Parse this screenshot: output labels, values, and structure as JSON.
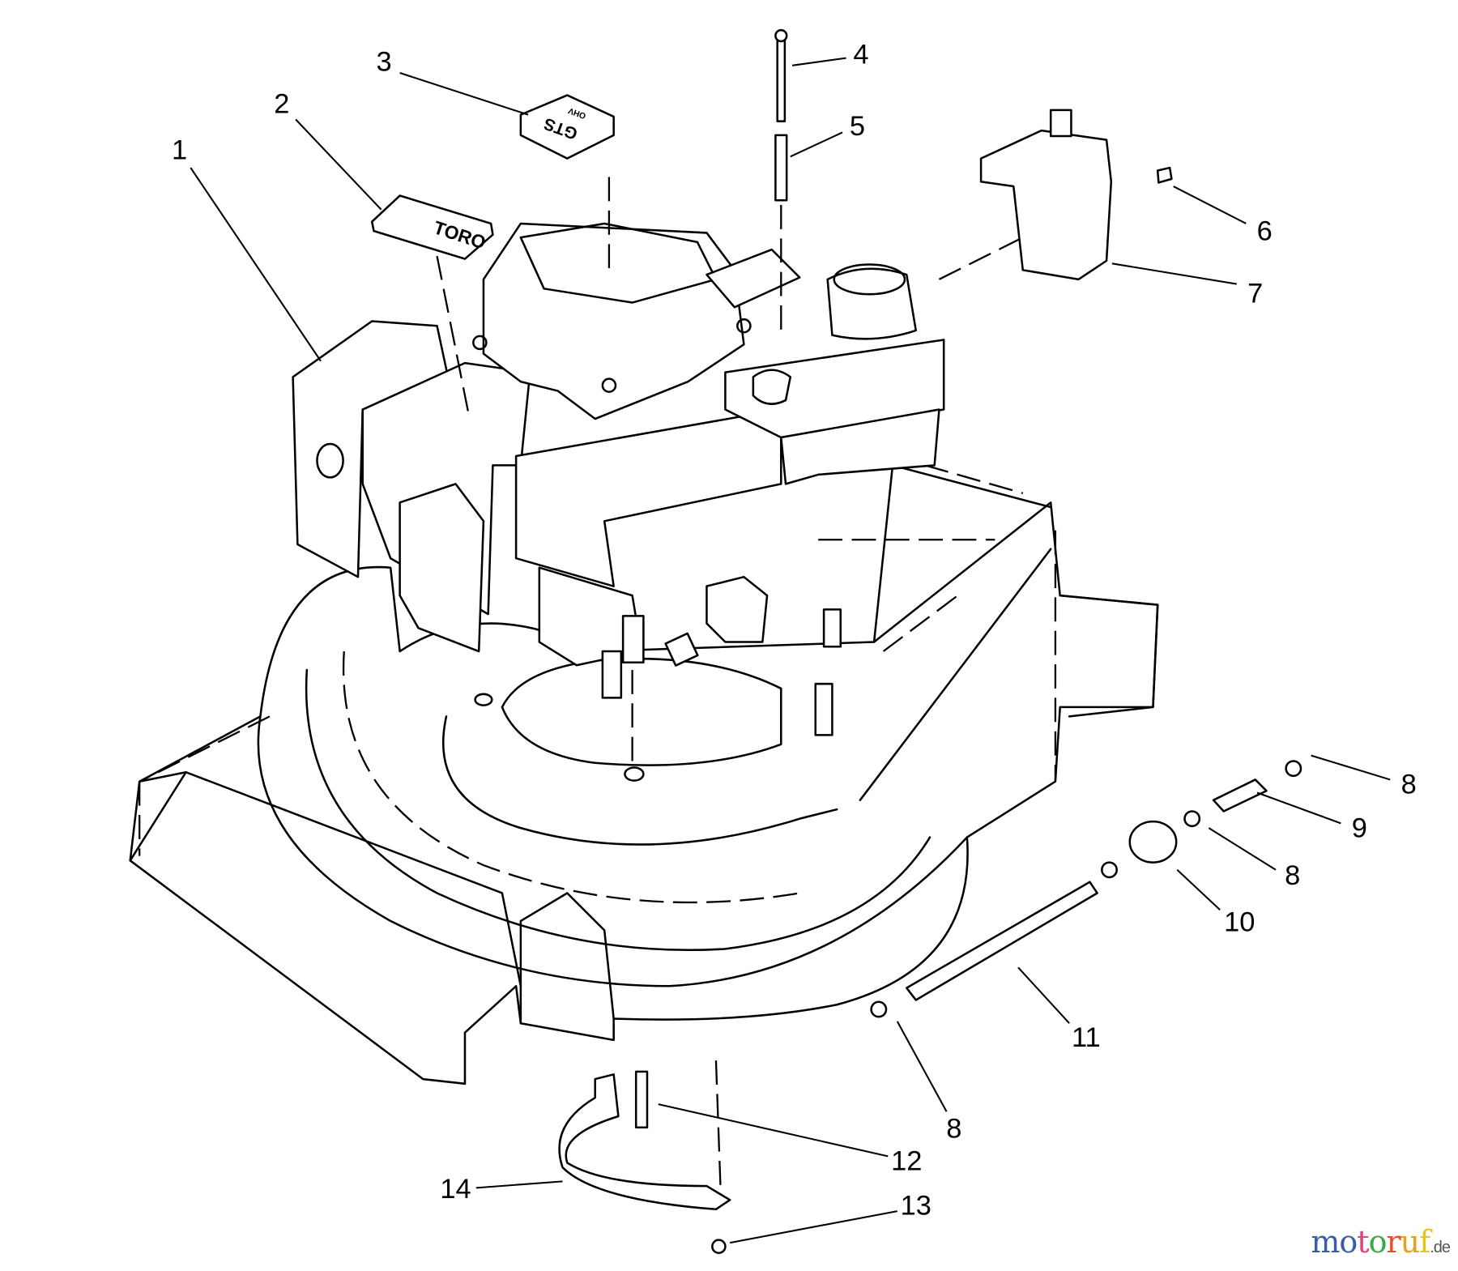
{
  "diagram": {
    "callouts": [
      {
        "id": "c1",
        "label": "1"
      },
      {
        "id": "c2",
        "label": "2"
      },
      {
        "id": "c3",
        "label": "3"
      },
      {
        "id": "c4",
        "label": "4"
      },
      {
        "id": "c5",
        "label": "5"
      },
      {
        "id": "c6",
        "label": "6"
      },
      {
        "id": "c7",
        "label": "7"
      },
      {
        "id": "c8a",
        "label": "8"
      },
      {
        "id": "c9",
        "label": "9"
      },
      {
        "id": "c8b",
        "label": "8"
      },
      {
        "id": "c10",
        "label": "10"
      },
      {
        "id": "c11",
        "label": "11"
      },
      {
        "id": "c8c",
        "label": "8"
      },
      {
        "id": "c12",
        "label": "12"
      },
      {
        "id": "c14",
        "label": "14"
      },
      {
        "id": "c13",
        "label": "13"
      }
    ],
    "decals": {
      "toro": "TORO",
      "gts": "GTS",
      "gts_small": "OHV"
    }
  },
  "watermark": {
    "letters": [
      "m",
      "o",
      "t",
      "o",
      "r",
      "u",
      "f"
    ],
    "colors": [
      "#3b5bab",
      "#3b5bab",
      "#e2407a",
      "#3aa845",
      "#e8502a",
      "#e8a020",
      "#e8c51a"
    ],
    "suffix": ".de"
  }
}
